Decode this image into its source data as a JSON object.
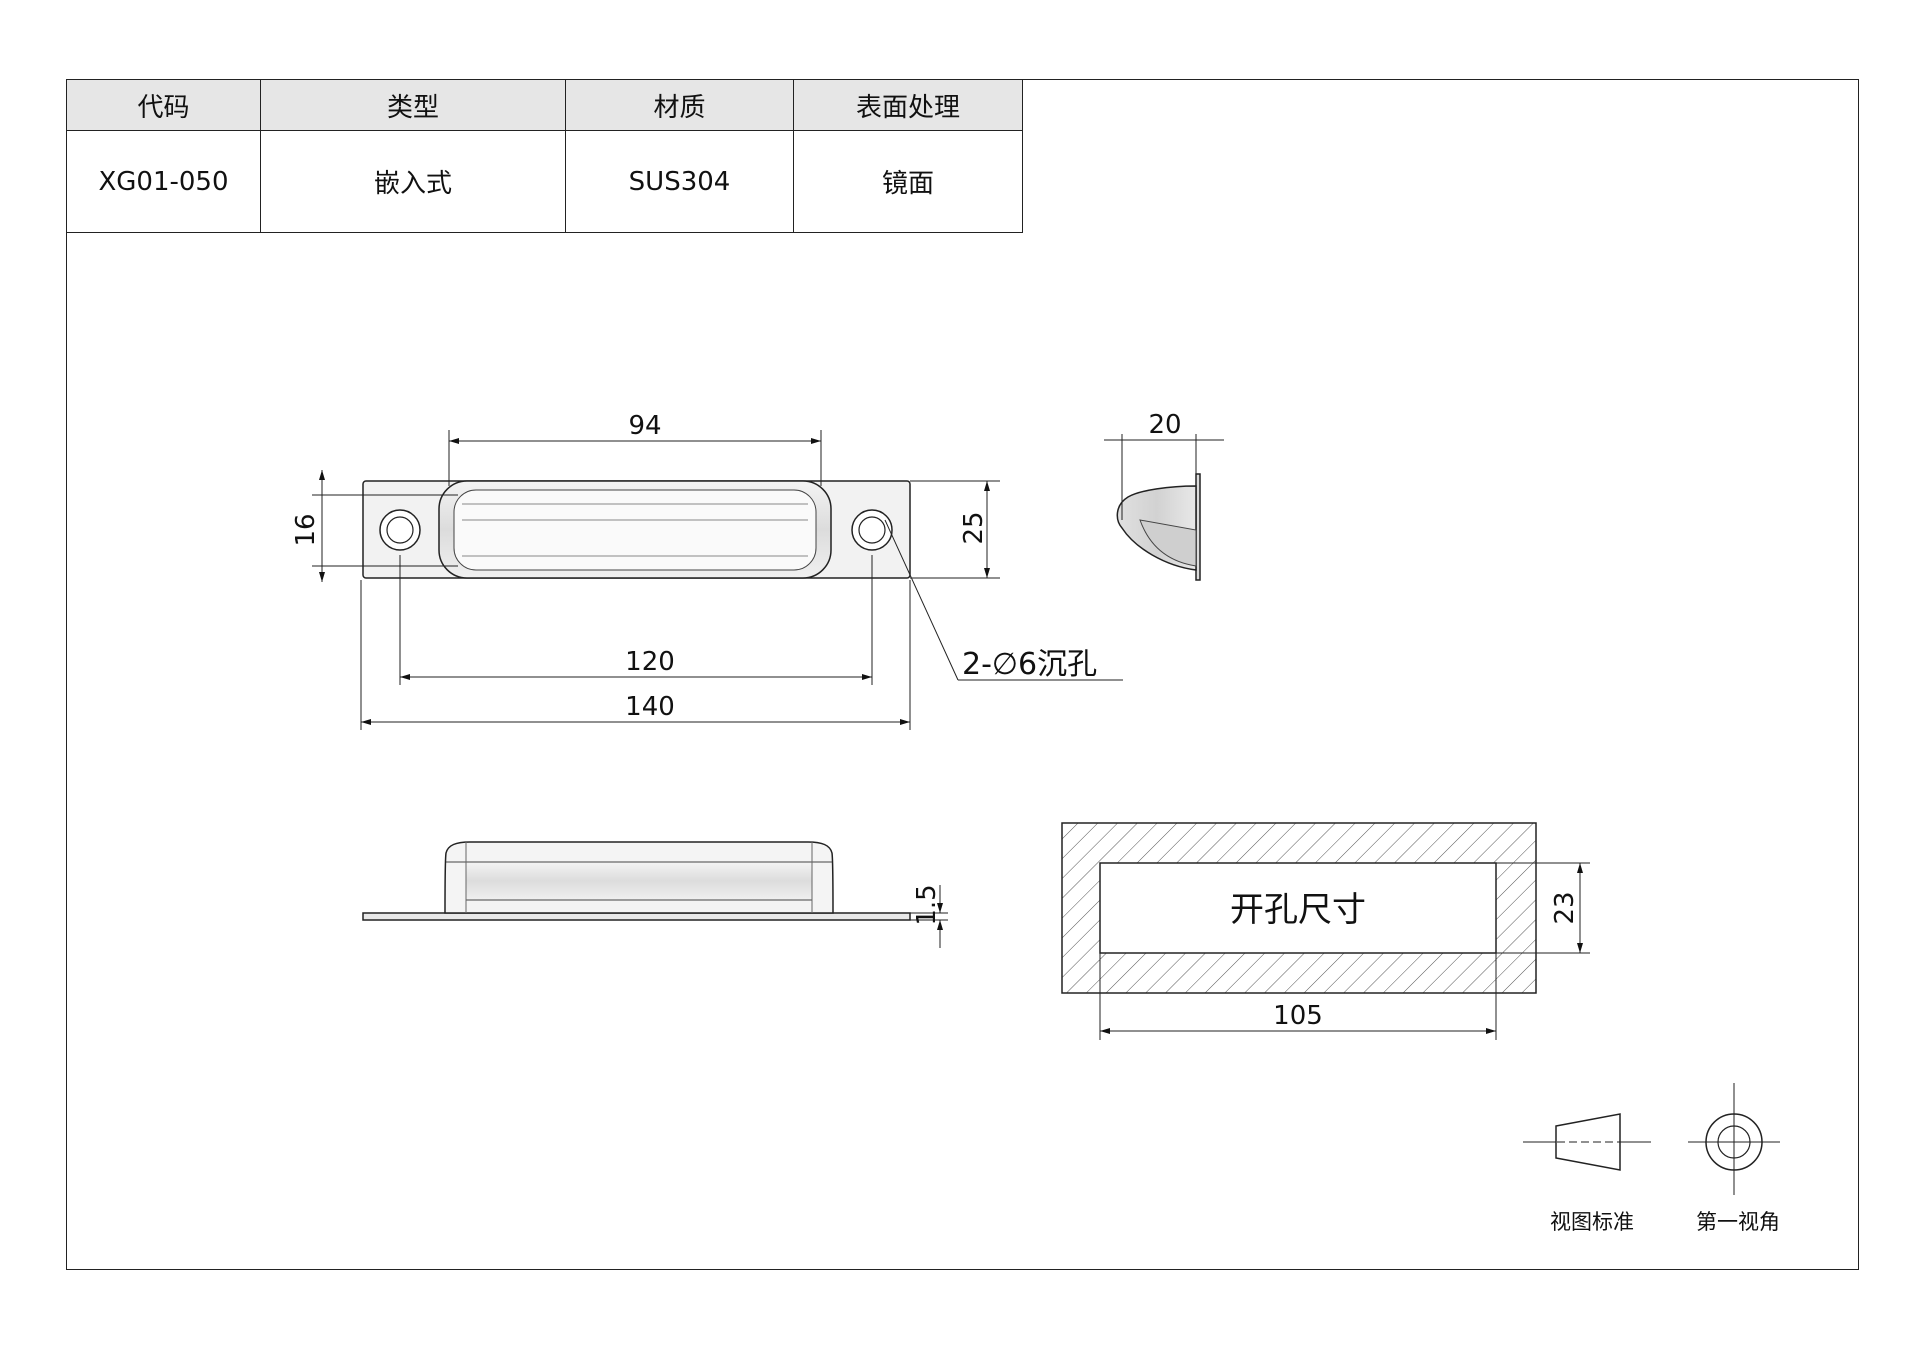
{
  "spec_table": {
    "headers": [
      "代码",
      "类型",
      "材质",
      "表面处理"
    ],
    "values": [
      "XG01-050",
      "嵌入式",
      "SUS304",
      "镜面"
    ]
  },
  "dimensions": {
    "slot_length": "94",
    "height": "16",
    "width": "25",
    "hole_spacing": "120",
    "overall_length": "140",
    "hole_note": "2-∅6沉孔",
    "depth": "20",
    "thickness": "1.5",
    "cutout_height": "23",
    "cutout_width": "105",
    "cutout_label": "开孔尺寸"
  },
  "projection": {
    "label_left": "视图标准",
    "label_right": "第一视角"
  }
}
